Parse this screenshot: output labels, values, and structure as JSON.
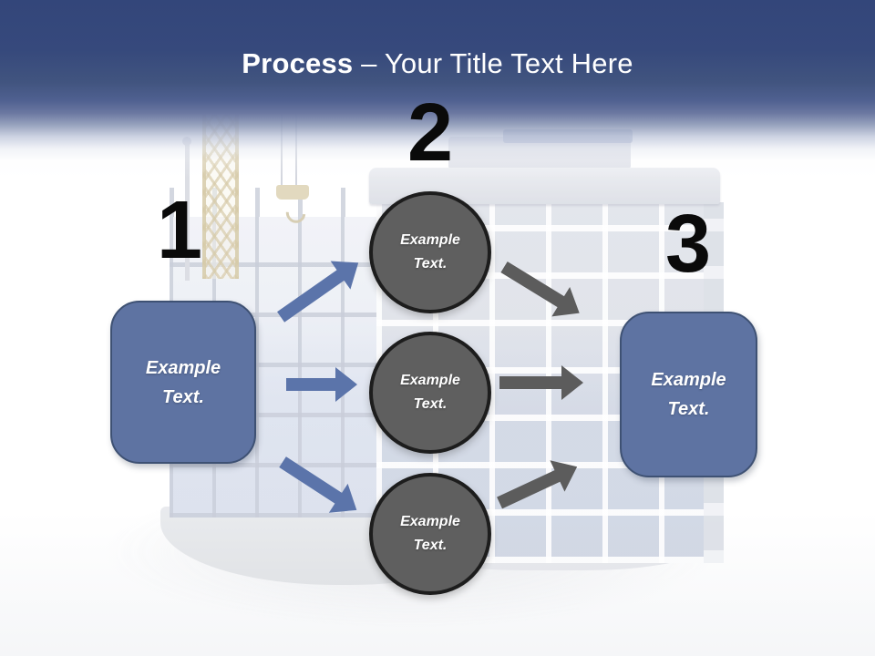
{
  "title": {
    "bold": "Process",
    "rest": "– Your Title Text Here"
  },
  "steps": [
    {
      "number": "1",
      "shape": "rounded-box",
      "label": "Example Text."
    },
    {
      "number": "2",
      "shape": "circle-group",
      "labels": [
        "Example Text.",
        "Example Text.",
        "Example Text."
      ]
    },
    {
      "number": "3",
      "shape": "rounded-box",
      "label": "Example Text."
    }
  ],
  "background": {
    "illustration": "construction-site-watermark",
    "elements": [
      "tower-crane",
      "crane-hook",
      "building-frame-under-construction",
      "completed-building"
    ]
  },
  "colors": {
    "header_blue_dark": "#33467a",
    "header_blue": "#55679a",
    "title_text": "#ffffff",
    "number_text": "#0a0a0a",
    "box_fill": "#5e73a2",
    "box_border": "#3e5173",
    "circle_fill": "#5f5f5f",
    "circle_border": "#1d1d1d",
    "arrow_blue": "#5b74aa",
    "arrow_gray": "#5c5c5c",
    "label_text": "#ffffff"
  }
}
